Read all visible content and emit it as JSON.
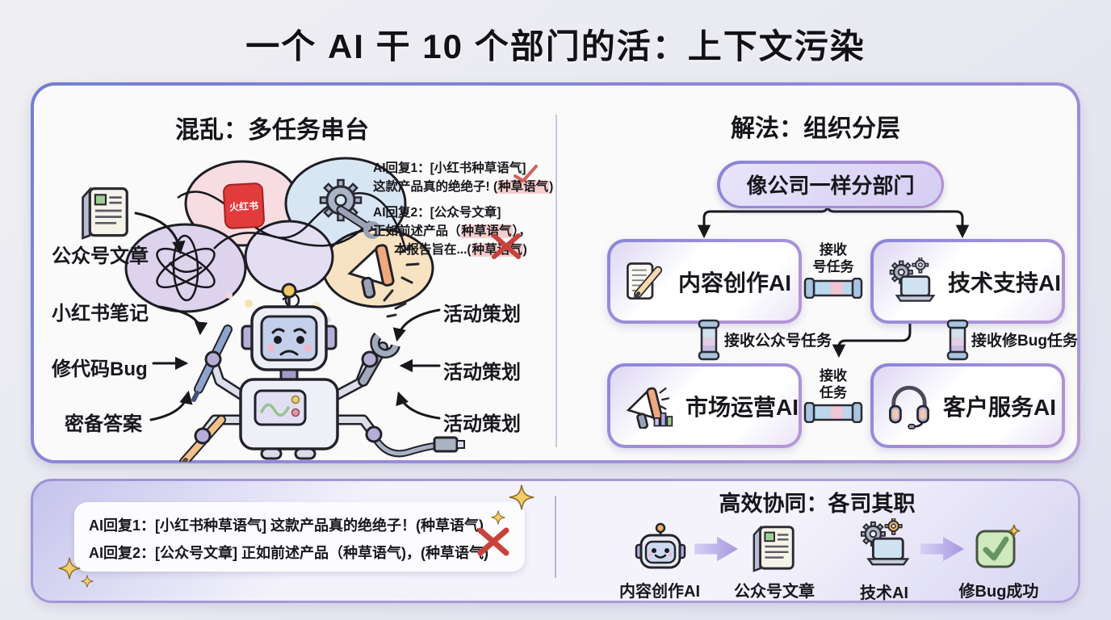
{
  "page_title": "一个 AI 干 10 个部门的活：上下文污染",
  "chaos": {
    "heading": "混乱：多任务串台",
    "tasks_left": [
      "公众号文章",
      "小红书笔记",
      "修代码Bug",
      "密备答案"
    ],
    "tasks_right": [
      "活动策划",
      "活动策划",
      "活动策划"
    ],
    "app_badge": "火红书",
    "annotation": {
      "l1": "AI回复1：[小红书种草语气]",
      "l2a": "这款产品真的绝绝子! (",
      "l2b": "种草语气",
      "l2c": ")",
      "l3": "AI回复2：[公众号文章]",
      "l4a": "正如前述产品（",
      "l4b": "种草语气",
      "l4c": "），",
      "l5a": "本报告旨在...(",
      "l5b": "种草语气",
      "l5c": ")"
    }
  },
  "solution": {
    "heading": "解法：组织分层",
    "root_pill": "像公司一样分部门",
    "depts": [
      {
        "label": "内容创作AI",
        "icon": "document-pencil-icon"
      },
      {
        "label": "技术支持AI",
        "icon": "gears-laptop-icon"
      },
      {
        "label": "市场运营AI",
        "icon": "megaphone-chart-icon"
      },
      {
        "label": "客户服务AI",
        "icon": "headset-icon"
      }
    ],
    "pipes": {
      "top_mid": [
        "接收",
        "号任务"
      ],
      "left": "接收公众号任务",
      "right": "接收修Bug任务",
      "bottom_mid": [
        "接收",
        "任务"
      ]
    }
  },
  "bottom": {
    "replies": [
      "AI回复1：[小红书种草语气] 这款产品真的绝绝子！(种草语气)",
      "AI回复2：[公众号文章] 正如前述产品（种草语气)，(种草语气)"
    ],
    "heading": "高效协同：各司其职",
    "flow": [
      {
        "icon": "robot-face-icon",
        "label": "内容创作AI"
      },
      {
        "icon": "newspaper-icon",
        "label": "公众号文章"
      },
      {
        "icon": "gears-laptop-icon",
        "label": "技术AI"
      },
      {
        "icon": "check-badge-icon",
        "label": "修Bug成功"
      }
    ]
  },
  "colors": {
    "accent_purple": "#8a86d6",
    "accent_purple_light": "#b39ad8",
    "error_red": "#c8423c",
    "highlight_pink": "#f6cfcd",
    "sparkle_gold": "#f3ce67",
    "pill_fill": "#dcd6f6"
  }
}
